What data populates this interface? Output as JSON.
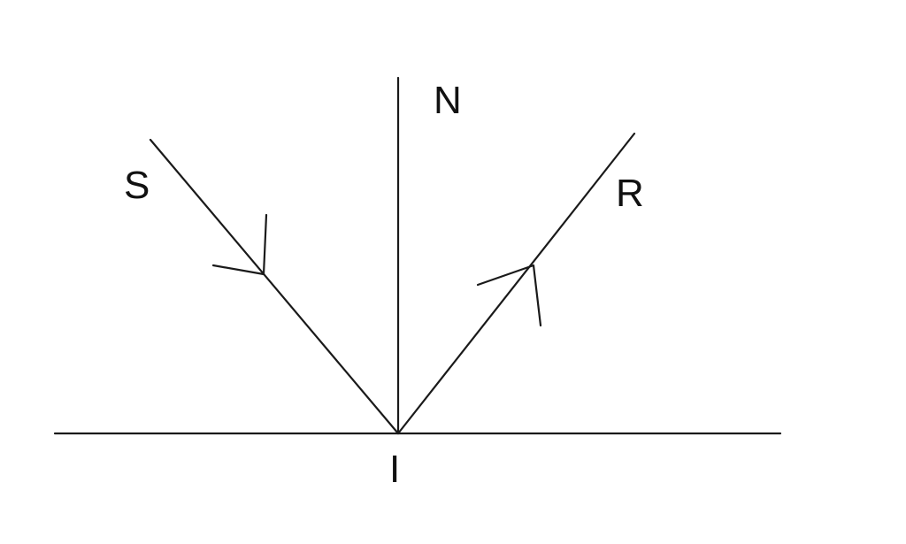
{
  "labels": {
    "source": "S",
    "normal": "N",
    "reflected": "R",
    "incidence_point": "I"
  },
  "colors": {
    "line": "#1a1a1a",
    "text": "#111111",
    "background": "#ffffff"
  }
}
